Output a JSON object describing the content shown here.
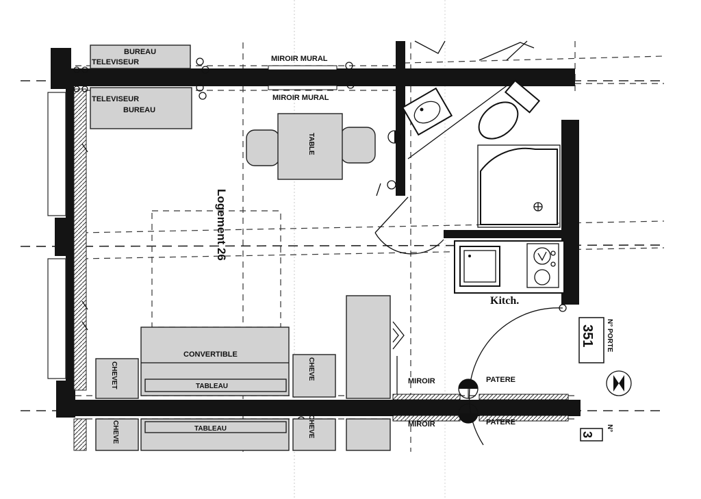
{
  "plan": {
    "unit_name": "Logement 26",
    "labels": {
      "bureau_top": "BUREAU",
      "televiseur_top": "TELEVISEUR",
      "televiseur_bottom": "TELEVISEUR",
      "bureau_bottom": "BUREAU",
      "miroir_mural_top": "MIROIR MURAL",
      "miroir_mural_bottom": "MIROIR MURAL",
      "table": "TABLE",
      "convertible": "CONVERTIBLE",
      "tableau_top": "TABLEAU",
      "tableau_bottom": "TABLEAU",
      "chevet_left_top": "CHEVET",
      "chevet_left_bottom": "CHEVE",
      "chevet_right_top": "CHEVE",
      "chevet_right_bottom": "CHEVE",
      "miroir_top": "MIROIR",
      "miroir_bottom": "MIROIR",
      "patere_top": "PATERE",
      "patere_bottom": "PATERE",
      "kitchen": "Kitch."
    },
    "door_plate": {
      "caption": "N° PORTE",
      "number": "351"
    },
    "door_plate_partial": {
      "caption": "N°",
      "number": "3"
    }
  }
}
